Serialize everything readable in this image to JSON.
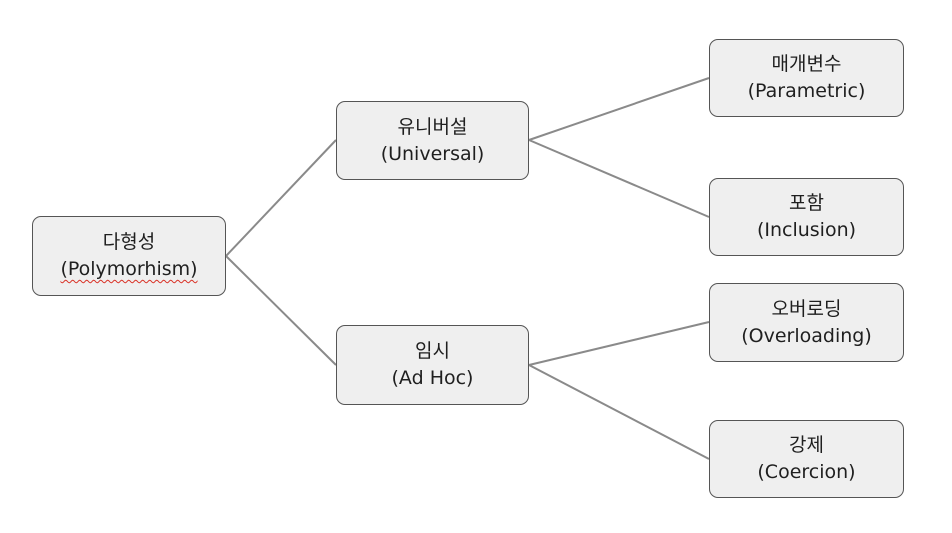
{
  "diagram": {
    "root": {
      "korean": "다형성",
      "english": "(Polymorhism)"
    },
    "universal": {
      "korean": "유니버설",
      "english": "(Universal)"
    },
    "adhoc": {
      "korean": "임시",
      "english": "(Ad Hoc)"
    },
    "parametric": {
      "korean": "매개변수",
      "english": "(Parametric)"
    },
    "inclusion": {
      "korean": "포함",
      "english": "(Inclusion)"
    },
    "overloading": {
      "korean": "오버로딩",
      "english": "(Overloading)"
    },
    "coercion": {
      "korean": "강제",
      "english": "(Coercion)"
    }
  },
  "colors": {
    "node_fill": "#efefef",
    "node_border": "#555555",
    "connector": "#8a8a8a",
    "spellcheck": "#d93025"
  }
}
